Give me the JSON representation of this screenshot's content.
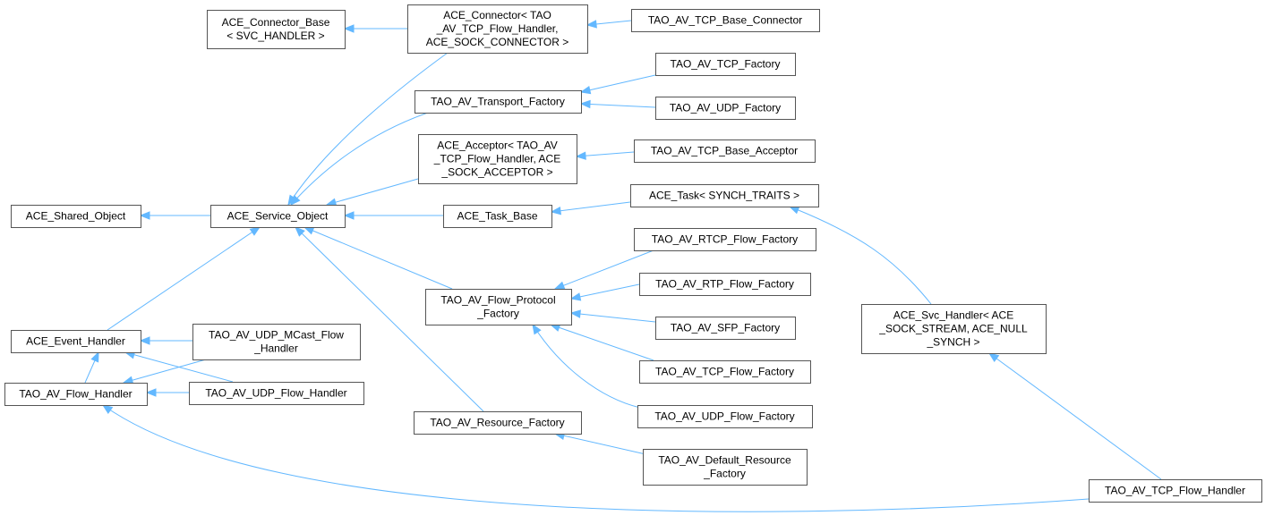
{
  "diagram": {
    "nodes": [
      {
        "id": "ace_shared_object",
        "lines": [
          "ACE_Shared_Object"
        ]
      },
      {
        "id": "ace_service_object",
        "lines": [
          "ACE_Service_Object"
        ]
      },
      {
        "id": "ace_event_handler",
        "lines": [
          "ACE_Event_Handler"
        ]
      },
      {
        "id": "tao_av_flow_handler",
        "lines": [
          "TAO_AV_Flow_Handler"
        ]
      },
      {
        "id": "ace_connector_base",
        "lines": [
          "ACE_Connector_Base",
          "< SVC_HANDLER >"
        ]
      },
      {
        "id": "ace_connector",
        "lines": [
          "ACE_Connector< TAO",
          "_AV_TCP_Flow_Handler,",
          "ACE_SOCK_CONNECTOR >"
        ]
      },
      {
        "id": "tao_av_tcp_base_connector",
        "lines": [
          "TAO_AV_TCP_Base_Connector"
        ]
      },
      {
        "id": "tao_av_transport_factory",
        "lines": [
          "TAO_AV_Transport_Factory"
        ]
      },
      {
        "id": "tao_av_tcp_factory",
        "lines": [
          "TAO_AV_TCP_Factory"
        ]
      },
      {
        "id": "tao_av_udp_factory",
        "lines": [
          "TAO_AV_UDP_Factory"
        ]
      },
      {
        "id": "ace_acceptor",
        "lines": [
          "ACE_Acceptor< TAO_AV",
          "_TCP_Flow_Handler, ACE",
          "_SOCK_ACCEPTOR >"
        ]
      },
      {
        "id": "tao_av_tcp_base_acceptor",
        "lines": [
          "TAO_AV_TCP_Base_Acceptor"
        ]
      },
      {
        "id": "ace_task_base",
        "lines": [
          "ACE_Task_Base"
        ]
      },
      {
        "id": "ace_task",
        "lines": [
          "ACE_Task< SYNCH_TRAITS >"
        ]
      },
      {
        "id": "tao_av_flow_protocol_factory",
        "lines": [
          "TAO_AV_Flow_Protocol",
          "_Factory"
        ]
      },
      {
        "id": "tao_av_rtcp_flow_factory",
        "lines": [
          "TAO_AV_RTCP_Flow_Factory"
        ]
      },
      {
        "id": "tao_av_rtp_flow_factory",
        "lines": [
          "TAO_AV_RTP_Flow_Factory"
        ]
      },
      {
        "id": "tao_av_sfp_factory",
        "lines": [
          "TAO_AV_SFP_Factory"
        ]
      },
      {
        "id": "tao_av_tcp_flow_factory",
        "lines": [
          "TAO_AV_TCP_Flow_Factory"
        ]
      },
      {
        "id": "tao_av_udp_flow_factory",
        "lines": [
          "TAO_AV_UDP_Flow_Factory"
        ]
      },
      {
        "id": "tao_av_resource_factory",
        "lines": [
          "TAO_AV_Resource_Factory"
        ]
      },
      {
        "id": "tao_av_default_resource_factory",
        "lines": [
          "TAO_AV_Default_Resource",
          "_Factory"
        ]
      },
      {
        "id": "tao_av_udp_mcast_flow_handler",
        "lines": [
          "TAO_AV_UDP_MCast_Flow",
          "_Handler"
        ]
      },
      {
        "id": "tao_av_udp_flow_handler",
        "lines": [
          "TAO_AV_UDP_Flow_Handler"
        ]
      },
      {
        "id": "ace_svc_handler",
        "lines": [
          "ACE_Svc_Handler< ACE",
          "_SOCK_STREAM, ACE_NULL",
          "_SYNCH >"
        ]
      },
      {
        "id": "tao_av_tcp_flow_handler",
        "lines": [
          "TAO_AV_TCP_Flow_Handler"
        ]
      }
    ],
    "edges": [
      {
        "from": "ace_service_object",
        "to": "ace_shared_object"
      },
      {
        "from": "ace_event_handler",
        "to": "ace_service_object"
      },
      {
        "from": "tao_av_flow_handler",
        "to": "ace_event_handler"
      },
      {
        "from": "ace_connector",
        "to": "ace_connector_base"
      },
      {
        "from": "ace_connector",
        "to": "ace_service_object"
      },
      {
        "from": "tao_av_tcp_base_connector",
        "to": "ace_connector"
      },
      {
        "from": "tao_av_transport_factory",
        "to": "ace_service_object"
      },
      {
        "from": "tao_av_tcp_factory",
        "to": "tao_av_transport_factory"
      },
      {
        "from": "tao_av_udp_factory",
        "to": "tao_av_transport_factory"
      },
      {
        "from": "ace_acceptor",
        "to": "ace_service_object"
      },
      {
        "from": "tao_av_tcp_base_acceptor",
        "to": "ace_acceptor"
      },
      {
        "from": "ace_task_base",
        "to": "ace_service_object"
      },
      {
        "from": "ace_task",
        "to": "ace_task_base"
      },
      {
        "from": "tao_av_flow_protocol_factory",
        "to": "ace_service_object"
      },
      {
        "from": "tao_av_rtcp_flow_factory",
        "to": "tao_av_flow_protocol_factory"
      },
      {
        "from": "tao_av_rtp_flow_factory",
        "to": "tao_av_flow_protocol_factory"
      },
      {
        "from": "tao_av_sfp_factory",
        "to": "tao_av_flow_protocol_factory"
      },
      {
        "from": "tao_av_tcp_flow_factory",
        "to": "tao_av_flow_protocol_factory"
      },
      {
        "from": "tao_av_udp_flow_factory",
        "to": "tao_av_flow_protocol_factory"
      },
      {
        "from": "tao_av_resource_factory",
        "to": "ace_service_object"
      },
      {
        "from": "tao_av_default_resource_factory",
        "to": "tao_av_resource_factory"
      },
      {
        "from": "tao_av_udp_mcast_flow_handler",
        "to": "ace_event_handler"
      },
      {
        "from": "tao_av_udp_mcast_flow_handler",
        "to": "tao_av_flow_handler"
      },
      {
        "from": "tao_av_udp_flow_handler",
        "to": "ace_event_handler"
      },
      {
        "from": "tao_av_udp_flow_handler",
        "to": "tao_av_flow_handler"
      },
      {
        "from": "ace_svc_handler",
        "to": "ace_task"
      },
      {
        "from": "tao_av_tcp_flow_handler",
        "to": "ace_svc_handler"
      },
      {
        "from": "tao_av_tcp_flow_handler",
        "to": "tao_av_flow_handler"
      }
    ]
  },
  "colors": {
    "edge": "#63b8ff",
    "node_border": "#555555",
    "node_fill": "#ffffff",
    "text": "#000000"
  }
}
